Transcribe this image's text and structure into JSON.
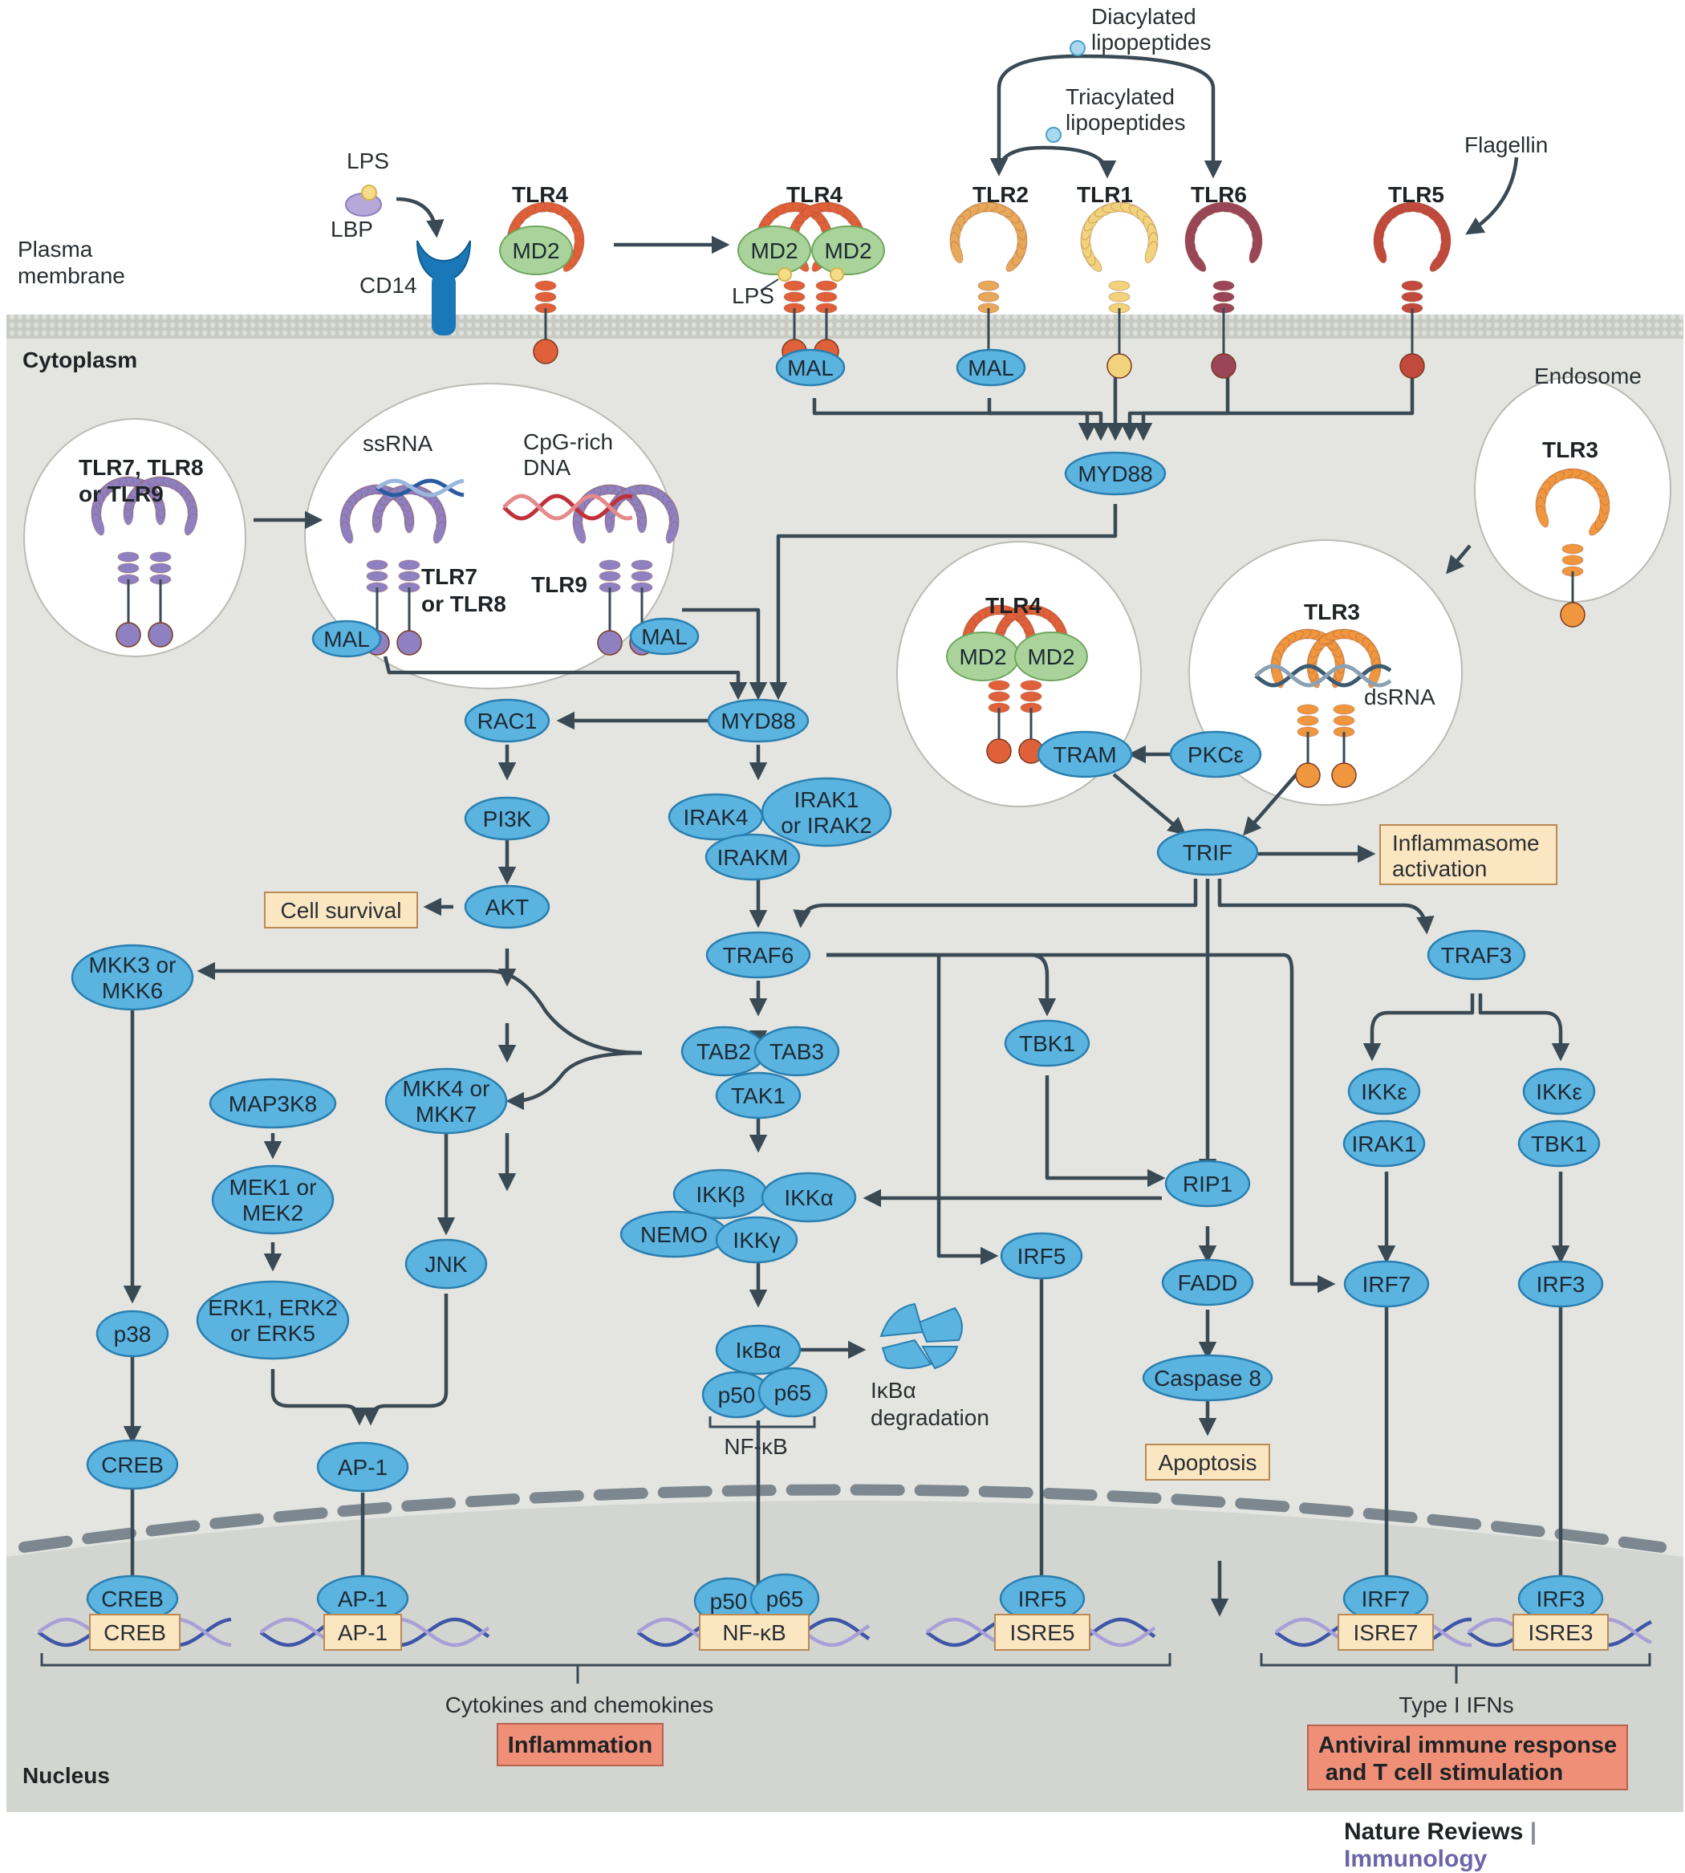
{
  "regions": {
    "plasma_membrane": [
      "Plasma",
      "membrane"
    ],
    "cytoplasm": "Cytoplasm",
    "nucleus": "Nucleus",
    "endosome": "Endosome"
  },
  "ligands": {
    "lps": "LPS",
    "lbp": "LBP",
    "cd14": "CD14",
    "lps_bound": "LPS",
    "diacylated": [
      "Diacylated",
      "lipopeptides"
    ],
    "triacylated": [
      "Triacylated",
      "lipopeptides"
    ],
    "flagellin": "Flagellin",
    "ssrna": "ssRNA",
    "cpg": [
      "CpG-rich",
      "DNA"
    ],
    "dsrna": "dsRNA"
  },
  "receptors": {
    "tlr4_a": "TLR4",
    "tlr4_b": "TLR4",
    "tlr2": "TLR2",
    "tlr1": "TLR1",
    "tlr6": "TLR6",
    "tlr5": "TLR5",
    "md2": "MD2",
    "tlr789": [
      "TLR7, TLR8",
      "or TLR9"
    ],
    "tlr78": [
      "TLR7",
      "or TLR8"
    ],
    "tlr9": "TLR9",
    "tlr4_endo": "TLR4",
    "tlr3_a": "TLR3",
    "tlr3_b": "TLR3"
  },
  "nodes": {
    "mal1": "MAL",
    "mal2": "MAL",
    "mal3": "MAL",
    "mal4": "MAL",
    "myd88_top": "MYD88",
    "myd88": "MYD88",
    "rac1": "RAC1",
    "pi3k": "PI3K",
    "akt": "AKT",
    "irak4": "IRAK4",
    "irak12": [
      "IRAK1",
      "or IRAK2"
    ],
    "irakm": "IRAKM",
    "traf6": "TRAF6",
    "tab2": "TAB2",
    "tab3": "TAB3",
    "tak1": "TAK1",
    "mkk36": [
      "MKK3 or",
      "MKK6"
    ],
    "mkk47": [
      "MKK4 or",
      "MKK7"
    ],
    "map3k8": "MAP3K8",
    "mek12": [
      "MEK1 or",
      "MEK2"
    ],
    "erk": [
      "ERK1, ERK2",
      "or ERK5"
    ],
    "jnk": "JNK",
    "p38": "p38",
    "creb_c": "CREB",
    "ap1_c": "AP-1",
    "ikkb": "IKKβ",
    "ikka": "IKKα",
    "nemo": "NEMO",
    "ikkg": "IKKγ",
    "ikba": "IκBα",
    "p50": "p50",
    "p65": "p65",
    "nfkb_label": "NF-κB",
    "ikba_deg": [
      "IκBα",
      "degradation"
    ],
    "tbk1_mid": "TBK1",
    "irf5_c": "IRF5",
    "tram": "TRAM",
    "pkce": "PKCε",
    "trif": "TRIF",
    "rip1": "RIP1",
    "fadd": "FADD",
    "casp8": "Caspase 8",
    "traf3": "TRAF3",
    "ikke1": "IKKε",
    "irak1": "IRAK1",
    "irf7_c": "IRF7",
    "ikke2": "IKKε",
    "tbk1_r": "TBK1",
    "irf3_c": "IRF3",
    "creb_n": "CREB",
    "ap1_n": "AP-1",
    "p50_n": "p50",
    "p65_n": "p65",
    "irf5_n": "IRF5",
    "irf7_n": "IRF7",
    "irf3_n": "IRF3"
  },
  "dna_sites": {
    "creb": "CREB",
    "ap1": "AP-1",
    "nfkb": "NF-κB",
    "isre5": "ISRE5",
    "isre7": "ISRE7",
    "isre3": "ISRE3"
  },
  "outcome_boxes": {
    "cell_survival": "Cell survival",
    "inflammasome": [
      "Inflammasome",
      "activation"
    ],
    "apoptosis": "Apoptosis"
  },
  "outputs": {
    "cytokines": "Cytokines and chemokines",
    "inflammation": "Inflammation",
    "type1": "Type I IFNs",
    "antiviral": [
      "Antiviral immune response",
      "and T cell stimulation"
    ]
  },
  "credit": {
    "journal": "Nature Reviews",
    "sep": " | ",
    "field": "Immunology"
  },
  "colors": {
    "node_fill": "#5bb3e0",
    "node_stroke": "#2a7fb0",
    "arrow": "#3a4a55",
    "cytoplasm": "#e4e5e0",
    "nucleus": "#cfd1cc",
    "tlr4_red": "#e0603a",
    "tlr2_orange": "#e8a85a",
    "tlr1_yellow": "#f2d27a",
    "tlr6_maroon": "#9a4658",
    "tlr5_red": "#c24a3c",
    "purple": "#8f80c2",
    "tlr3_orange": "#f0963e",
    "md2_green": "#a9d39a",
    "box_fill": "#fbe6c2",
    "output_box": "#ef8f78",
    "journal_purple": "#6b66a8"
  }
}
